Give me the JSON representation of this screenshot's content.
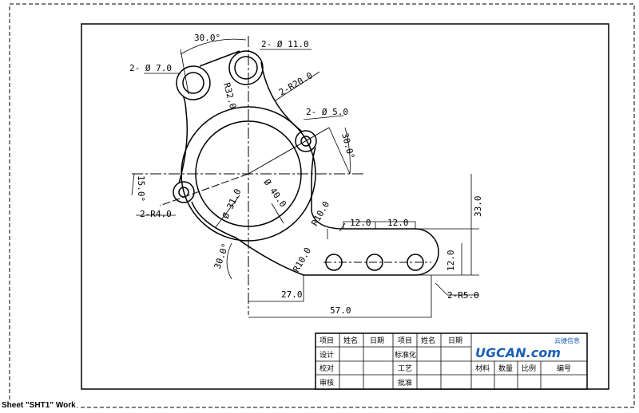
{
  "sheet_label": "Sheet \"SHT1\" Work",
  "dims": {
    "angle_top": "30.0°",
    "hole7": "2- Ø 7.0",
    "hole11": "2- Ø 11.0",
    "r32": "R32.0",
    "r20": "2-R20.0",
    "hole5": "2- Ø 5.0",
    "angle_right": "30.0°",
    "angle_left": "15.0°",
    "r4": "2-R4.0",
    "d31": "Ø 31.0",
    "d40": "Ø 40.0",
    "r10a": "R10.0",
    "r10b": "R10.0",
    "s12a": "12.0",
    "s12b": "12.0",
    "h33": "33.0",
    "h12": "12.0",
    "r5": "2-R5.0",
    "angle_bottom": "30.0°",
    "w27": "27.0",
    "w57": "57.0"
  },
  "title_block": {
    "row1": [
      "项目",
      "姓名",
      "日期",
      "项目",
      "姓名",
      "日期"
    ],
    "row2": [
      "设计",
      "标准化"
    ],
    "row3": [
      "校对",
      "工艺",
      "材料",
      "数量",
      "比例",
      "编号"
    ],
    "row4": [
      "审核",
      "批准"
    ],
    "logo_main": "UGCAN.com",
    "logo_cn": "云捷信息",
    "logo_color": "#1a5fb4"
  }
}
